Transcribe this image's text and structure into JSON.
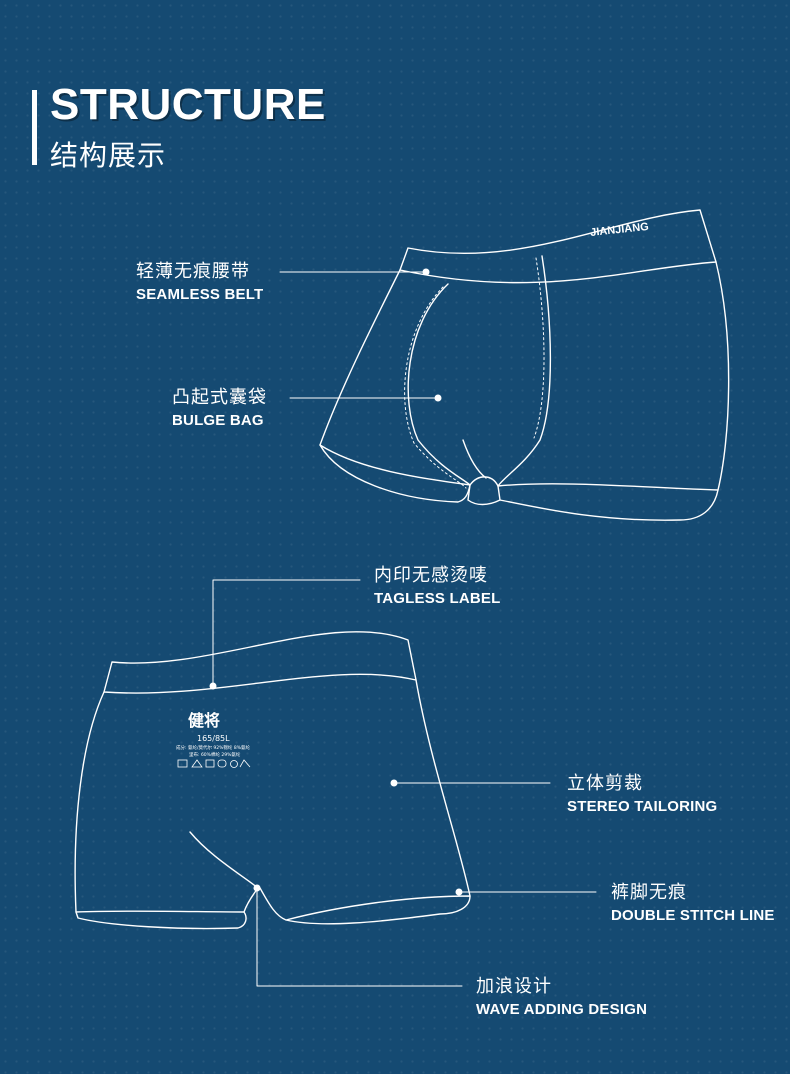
{
  "title": {
    "en": "STRUCTURE",
    "cn": "结构展示"
  },
  "brand_band": "JIANJIANG",
  "tag": {
    "brand_cn": "健将",
    "size": "165/85L",
    "line1": "成分: 氨纶/莫代尔  92%锦纶 8%氨纶",
    "line2": "里布: 60%棉纶 29%氨纶"
  },
  "callouts": [
    {
      "id": "seamless-belt",
      "cn": "轻薄无痕腰带",
      "en": "SEAMLESS BELT"
    },
    {
      "id": "bulge-bag",
      "cn": "凸起式囊袋",
      "en": "BULGE BAG"
    },
    {
      "id": "tagless-label",
      "cn": "内印无感烫唛",
      "en": "TAGLESS LABEL"
    },
    {
      "id": "stereo-tailoring",
      "cn": "立体剪裁",
      "en": "STEREO TAILORING"
    },
    {
      "id": "double-stitch-line",
      "cn": "裤脚无痕",
      "en": "DOUBLE STITCH LINE"
    },
    {
      "id": "wave-adding-design",
      "cn": "加浪设计",
      "en": "WAVE ADDING DESIGN"
    }
  ],
  "colors": {
    "background": "#154a72",
    "line": "#ffffff"
  }
}
